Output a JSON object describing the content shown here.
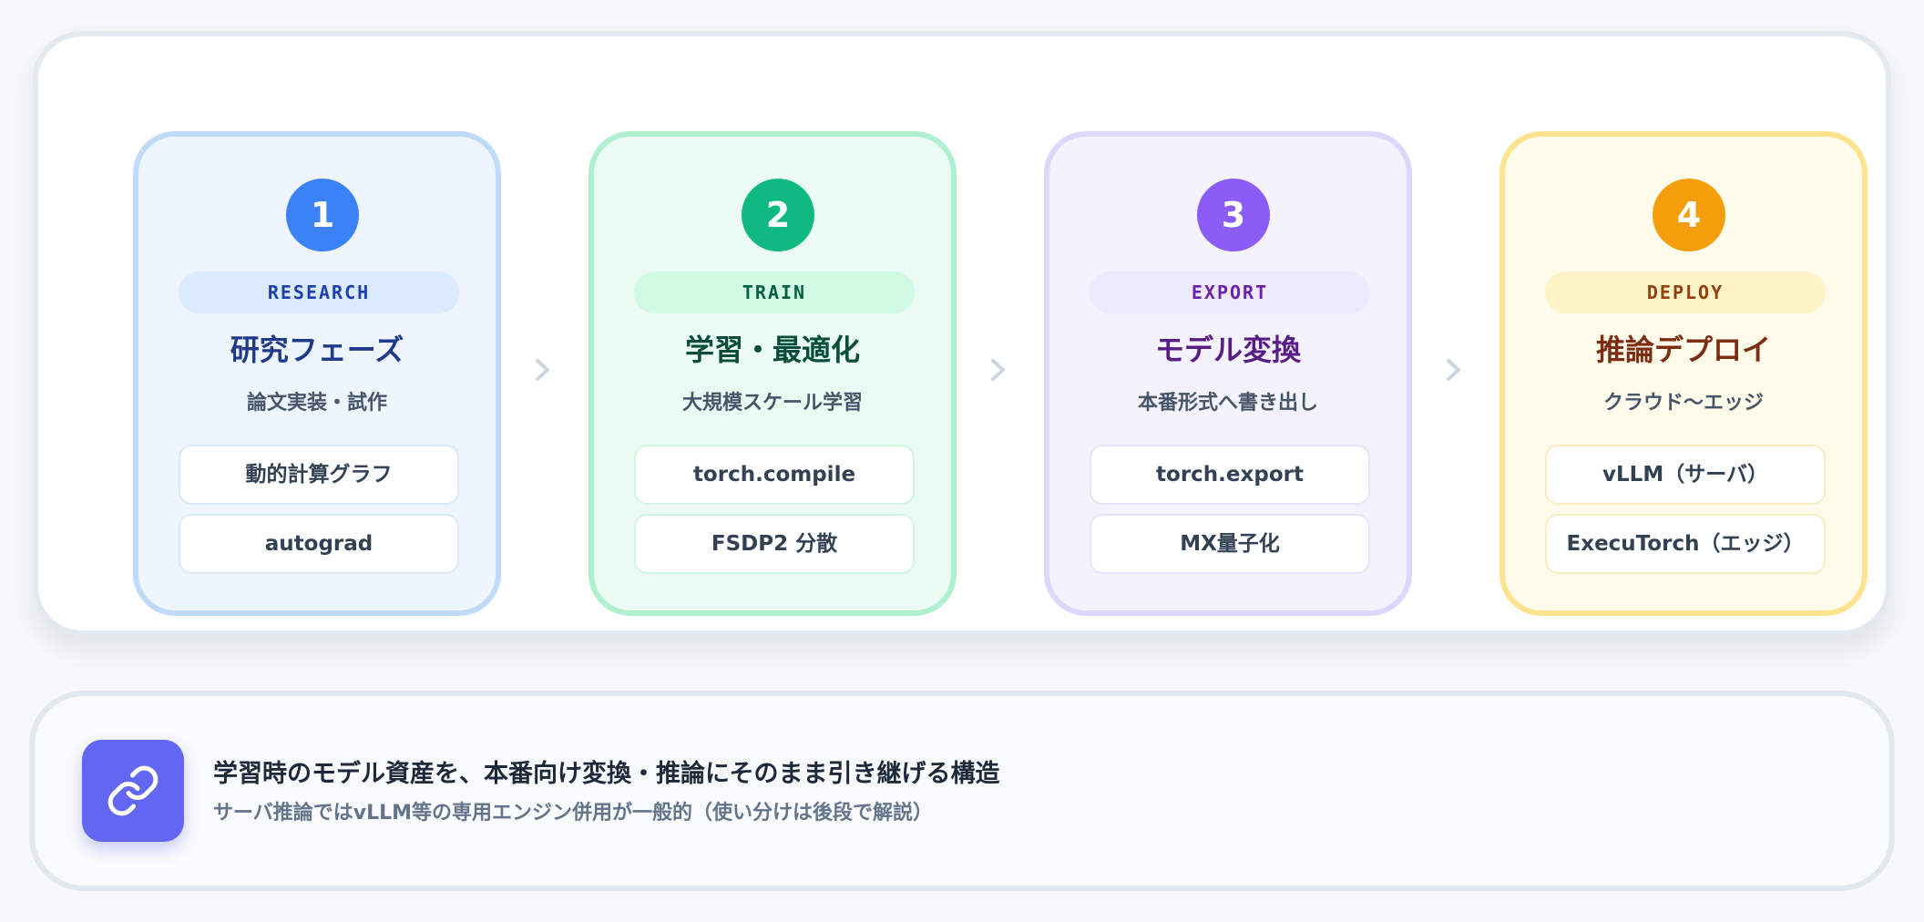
{
  "stages": [
    {
      "number": "1",
      "tag": "RESEARCH",
      "title": "研究フェーズ",
      "subtitle": "論文実装・試作",
      "items": [
        "動的計算グラフ",
        "autograd"
      ],
      "accent": "#3b82f6"
    },
    {
      "number": "2",
      "tag": "TRAIN",
      "title": "学習・最適化",
      "subtitle": "大規模スケール学習",
      "items": [
        "torch.compile",
        "FSDP2 分散"
      ],
      "accent": "#10b981"
    },
    {
      "number": "3",
      "tag": "EXPORT",
      "title": "モデル変換",
      "subtitle": "本番形式へ書き出し",
      "items": [
        "torch.export",
        "MX量子化"
      ],
      "accent": "#8b5cf6"
    },
    {
      "number": "4",
      "tag": "DEPLOY",
      "title": "推論デプロイ",
      "subtitle": "クラウド〜エッジ",
      "items": [
        "vLLM（サーバ）",
        "ExecuTorch（エッジ）"
      ],
      "accent": "#f59e0b"
    }
  ],
  "arrow_icon": "chevron-right-icon",
  "note": {
    "icon": "link-icon",
    "icon_color": "#6366f1",
    "main": "学習時のモデル資産を、本番向け変換・推論にそのまま引き継げる構造",
    "sub": "サーバ推論ではvLLM等の専用エンジン併用が一般的（使い分けは後段で解説）"
  }
}
